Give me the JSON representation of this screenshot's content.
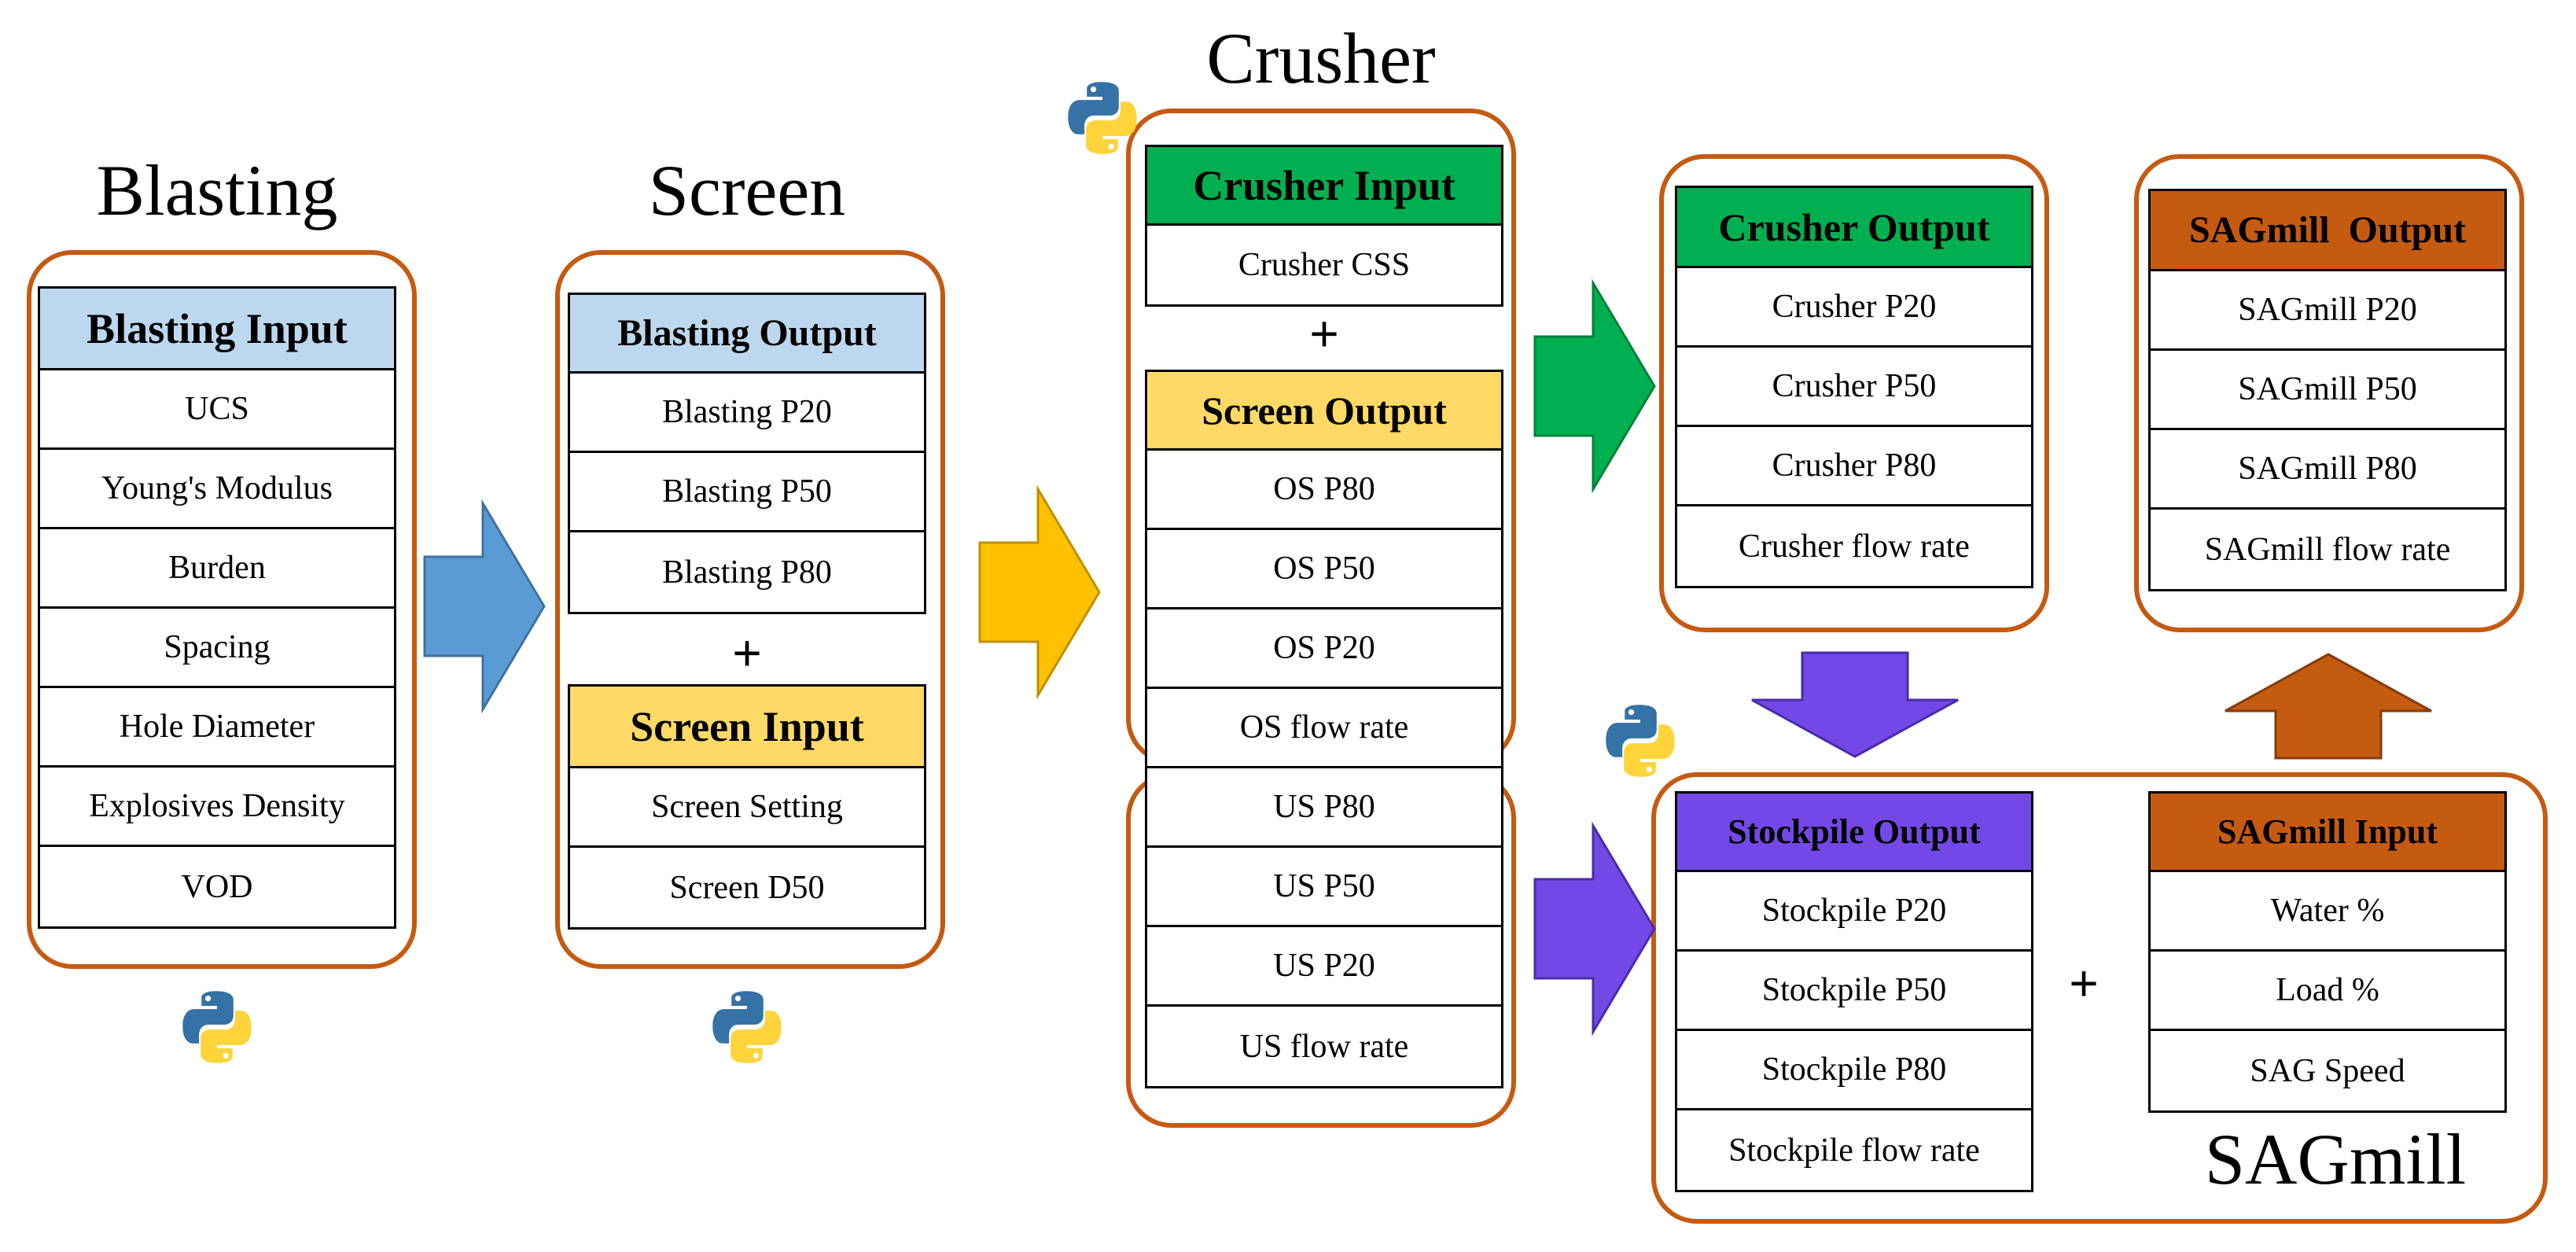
{
  "stages": {
    "blasting": "Blasting",
    "screen": "Screen",
    "crusher": "Crusher",
    "sagmill": "SAGmill"
  },
  "plus_sign": "+",
  "colors": {
    "group_border": "#C55A11",
    "blue_header": "#BDD7EE",
    "yellow_header": "#FFD966",
    "green_header": "#00B050",
    "purple_header": "#7348E6",
    "orange_header": "#C55A11",
    "arrow_blue": "#5B9BD5",
    "arrow_yellow": "#FFC000",
    "arrow_green": "#00B050",
    "arrow_purple": "#7348E6",
    "arrow_orange": "#C55A11"
  },
  "icons": [
    "python-logo-icon",
    "python-logo-icon",
    "python-logo-icon",
    "python-logo-icon"
  ],
  "blasting_input": {
    "title": "Blasting Input",
    "rows": [
      "UCS",
      "Young's Modulus",
      "Burden",
      "Spacing",
      "Hole Diameter",
      "Explosives Density",
      "VOD"
    ]
  },
  "blasting_output": {
    "title": "Blasting Output",
    "rows": [
      "Blasting P20",
      "Blasting P50",
      "Blasting P80"
    ]
  },
  "screen_input": {
    "title": "Screen Input",
    "rows": [
      "Screen Setting",
      "Screen D50"
    ]
  },
  "crusher_input": {
    "title": "Crusher Input",
    "rows": [
      "Crusher CSS"
    ]
  },
  "screen_output": {
    "title": "Screen Output",
    "rows": [
      "OS P80",
      "OS P50",
      "OS P20",
      "OS flow rate",
      "US P80",
      "US P50",
      "US P20",
      "US flow rate"
    ]
  },
  "crusher_output": {
    "title": "Crusher Output",
    "rows": [
      "Crusher P20",
      "Crusher P50",
      "Crusher P80",
      "Crusher flow rate"
    ]
  },
  "sagmill_output": {
    "title": "SAGmill  Output",
    "rows": [
      "SAGmill P20",
      "SAGmill P50",
      "SAGmill P80",
      "SAGmill flow rate"
    ]
  },
  "stockpile_output": {
    "title": "Stockpile Output",
    "rows": [
      "Stockpile P20",
      "Stockpile P50",
      "Stockpile P80",
      "Stockpile flow rate"
    ]
  },
  "sagmill_input": {
    "title": "SAGmill Input",
    "rows": [
      "Water %",
      "Load %",
      "SAG Speed"
    ]
  }
}
